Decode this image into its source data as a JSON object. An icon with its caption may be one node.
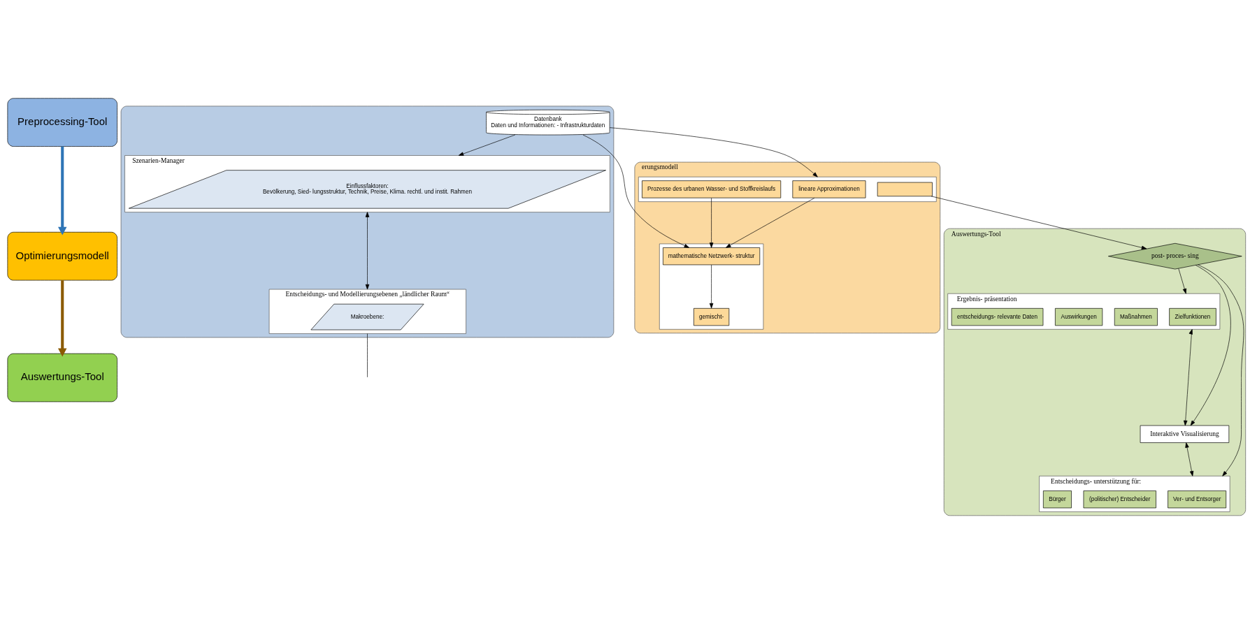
{
  "diagram": {
    "nodes": [
      {
        "text": [
          "Preprocessing-Tool"
        ]
      },
      {
        "text": [
          "Optimierungsmodell"
        ]
      },
      {
        "text": [
          "Auswertungs-Tool"
        ]
      },
      {
        "text": [],
        "shape": "box"
      },
      {
        "text": [
          "Datenbank",
          "Daten und Informationen: - Infrastrukturdaten"
        ],
        "in": 3
      },
      {
        "text": [
          "Szenarien-Manager"
        ],
        "in": 3
      },
      {
        "text": [
          "Einflussfaktoren:",
          "Bevölkerung, Sied- lungsstruktur, Technik, Preise, Klima. rechtl. und instit. Rahmen"
        ],
        "in": 5
      },
      {
        "text": [
          "Entscheidungs- und Modellierungsebenen „ländlicher Raum“"
        ],
        "in": 3
      },
      {
        "text": [
          "Makroebene:"
        ],
        "in": 7
      },
      {
        "text": [
          "erungsmodell"
        ]
      },
      {
        "text": [],
        "shape": "box",
        "in": 9
      },
      {
        "text": [
          "mathematische Netzwerk- struktur"
        ],
        "in": 10
      },
      {
        "text": [
          "gemischt-"
        ],
        "in": 10
      },
      {
        "text": [],
        "shape": "box",
        "in": 9
      },
      {
        "text": [
          "lineare Approximationen"
        ],
        "in": 13
      },
      {
        "text": [
          "Prozesse des urbanen Wasser- und Stoffkreislaufs"
        ],
        "in": 13
      },
      {
        "text": [],
        "shape": "box",
        "in": 13
      },
      {
        "text": [
          "Auswertungs-Tool"
        ]
      },
      {
        "text": [
          "Ergebnis- präsentation"
        ],
        "in": 17
      },
      {
        "text": [
          "Zielfunktionen"
        ],
        "in": 18
      },
      {
        "text": [
          "Maßnahmen"
        ],
        "in": 18
      },
      {
        "text": [
          "Auswirkungen"
        ],
        "in": 18
      },
      {
        "text": [
          "entscheidungs- relevante Daten"
        ],
        "in": 18
      },
      {
        "text": [
          "post- proces- sing"
        ],
        "in": 17
      },
      {
        "text": [
          "Interaktive Visualisierung"
        ],
        "in": 17
      },
      {
        "text": [
          "Entscheidungs- unterstützung für:"
        ],
        "in": 17
      },
      {
        "text": [
          "Ver- und Entsorger"
        ],
        "in": 25
      },
      {
        "text": [
          "(politischer) Entscheider"
        ],
        "in": 25
      },
      {
        "text": [
          "Bürger"
        ],
        "in": 25
      }
    ],
    "edges": [
      {
        "from": 0,
        "to": 1,
        "arrow": "to",
        "style": "thick",
        "color": "#2e75b6"
      },
      {
        "from": 1,
        "to": 2,
        "arrow": "to",
        "style": "thick",
        "color": "#8b5a00"
      },
      {
        "from": 4,
        "to": 5,
        "arrow": "to"
      },
      {
        "from": 5,
        "to": 7,
        "arrow": "both"
      },
      {
        "from": 4,
        "to": 11,
        "arrow": "to"
      },
      {
        "from": 4,
        "to": 13,
        "arrow": "to"
      },
      {
        "from": 14,
        "to": 11,
        "arrow": "to"
      },
      {
        "from": 15,
        "to": 11,
        "arrow": "to"
      },
      {
        "from": 11,
        "to": 12,
        "arrow": "to"
      },
      {
        "from": 7,
        "to": null,
        "arrow": "none"
      },
      {
        "from": 16,
        "to": 23,
        "arrow": "to"
      },
      {
        "from": 23,
        "to": 18,
        "arrow": "to"
      },
      {
        "from": 23,
        "to": 25,
        "arrow": "to"
      },
      {
        "from": 23,
        "to": 24,
        "arrow": "to"
      },
      {
        "from": 18,
        "to": 24,
        "arrow": "both"
      },
      {
        "from": 24,
        "to": 25,
        "arrow": "both"
      }
    ]
  }
}
